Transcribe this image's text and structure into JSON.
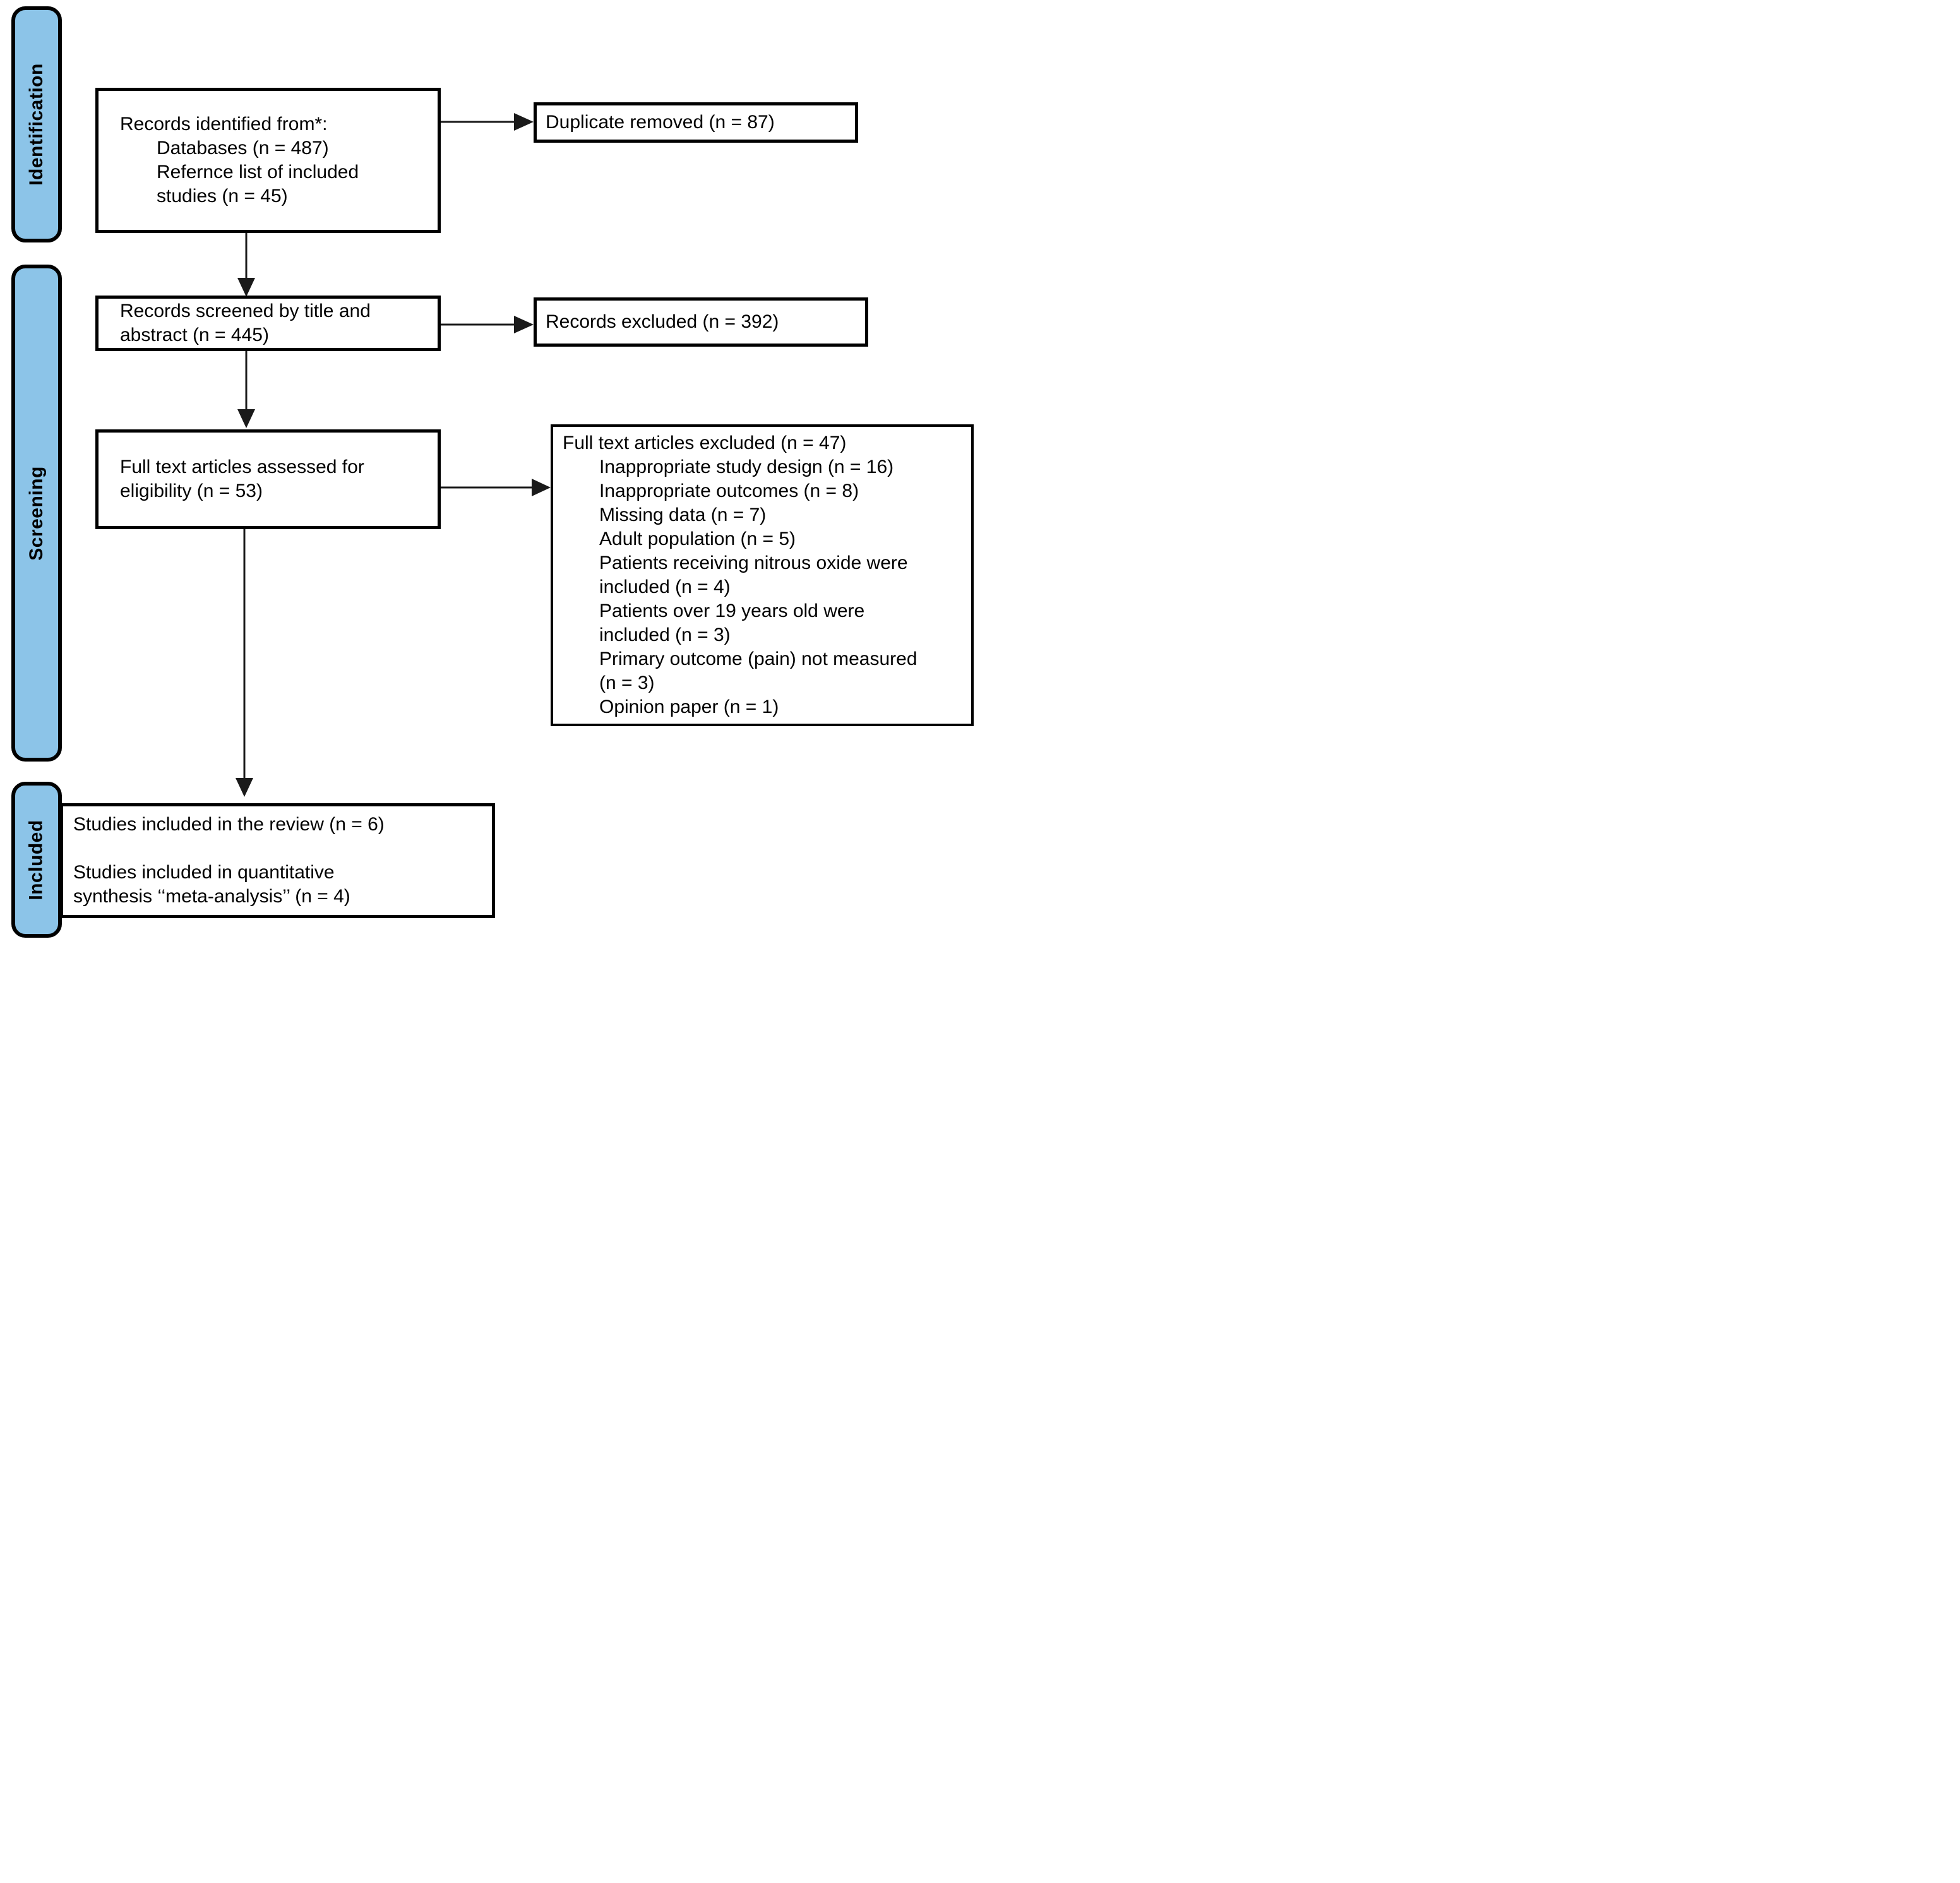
{
  "colors": {
    "stage_bar_fill": "#8CC4E8",
    "border_black": "#000000",
    "background": "#FFFFFF",
    "connector": "#1a1a1a"
  },
  "sidebar": {
    "items": [
      {
        "label": "Identification"
      },
      {
        "label": "Screening"
      },
      {
        "label": "Included"
      }
    ]
  },
  "boxes": {
    "identified": {
      "lines": [
        {
          "text": "Records identified from*:",
          "indent": false
        },
        {
          "text": "Databases (n = 487)",
          "indent": true
        },
        {
          "text": "Refernce list of included",
          "indent": true
        },
        {
          "text": "studies (n = 45)",
          "indent": true
        }
      ]
    },
    "duplicates": {
      "lines": [
        {
          "text": "Duplicate removed (n = 87)",
          "indent": false
        }
      ]
    },
    "screened": {
      "lines": [
        {
          "text": "Records screened by title and",
          "indent": false
        },
        {
          "text": "abstract (n = 445)",
          "indent": false
        }
      ]
    },
    "records_excluded": {
      "lines": [
        {
          "text": "Records excluded (n = 392)",
          "indent": false
        }
      ]
    },
    "fulltext": {
      "lines": [
        {
          "text": "Full text articles assessed for",
          "indent": false
        },
        {
          "text": "eligibility (n = 53)",
          "indent": false
        }
      ]
    },
    "fulltext_excluded": {
      "lines": [
        {
          "text": "Full text articles excluded (n = 47)",
          "indent": false
        },
        {
          "text": "Inappropriate study design (n = 16)",
          "indent": true
        },
        {
          "text": "Inappropriate outcomes (n = 8)",
          "indent": true
        },
        {
          "text": "Missing data (n = 7)",
          "indent": true
        },
        {
          "text": "Adult population (n = 5)",
          "indent": true
        },
        {
          "text": "Patients receiving nitrous oxide were",
          "indent": true
        },
        {
          "text": "included (n = 4)",
          "indent": true
        },
        {
          "text": "Patients over 19 years old were",
          "indent": true
        },
        {
          "text": "included (n = 3)",
          "indent": true
        },
        {
          "text": "Primary outcome (pain) not measured",
          "indent": true
        },
        {
          "text": "(n = 3)",
          "indent": true
        },
        {
          "text": "Opinion paper (n = 1)",
          "indent": true
        }
      ]
    },
    "included_studies": {
      "lines": [
        {
          "text": "Studies included in the review (n = 6)",
          "indent": false
        },
        {
          "text": "",
          "indent": false
        },
        {
          "text": "Studies included in quantitative",
          "indent": false
        },
        {
          "text": "synthesis ‘‘meta-analysis’’ (n = 4)",
          "indent": false
        }
      ]
    }
  }
}
